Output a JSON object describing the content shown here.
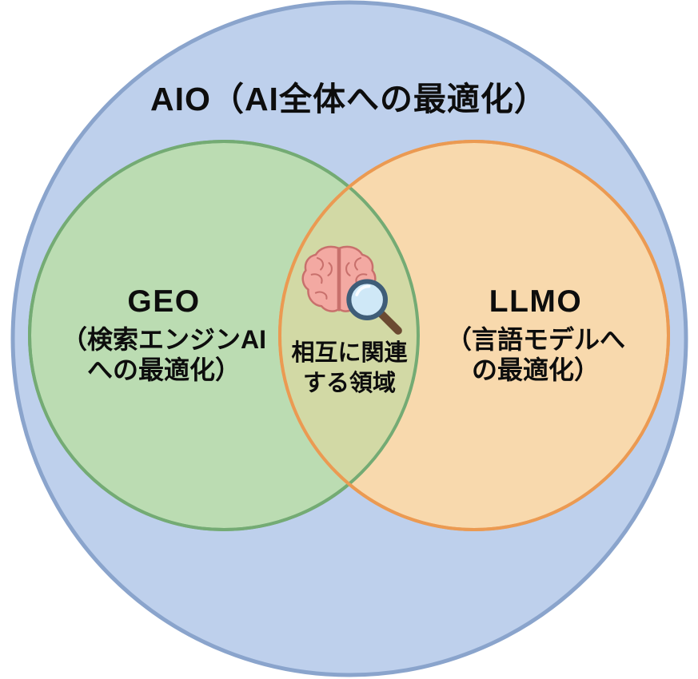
{
  "diagram": {
    "type": "venn",
    "outer": {
      "label": "AIO（AI全体への最適化）",
      "fill": "#bed0ec",
      "stroke": "#8aa4cc"
    },
    "left": {
      "heading": "GEO",
      "subtitle_line1": "（検索エンジンAI",
      "subtitle_line2": "への最適化）",
      "fill": "#bbdcb0",
      "stroke": "#74ab74"
    },
    "right": {
      "heading": "LLMO",
      "subtitle_line1": "（言語モデルへ",
      "subtitle_line2": "の最適化）",
      "fill": "#fad9aa",
      "stroke": "#eb9a52"
    },
    "overlap": {
      "line1": "相互に関連",
      "line2": "する領域",
      "fill": "#d2d9a5"
    },
    "icons": [
      {
        "name": "brain-icon",
        "glyph": "🧠"
      },
      {
        "name": "magnifying-glass-icon",
        "glyph": "🔍"
      }
    ],
    "text_color": "#0d0d0d",
    "background": "#ffffff"
  }
}
